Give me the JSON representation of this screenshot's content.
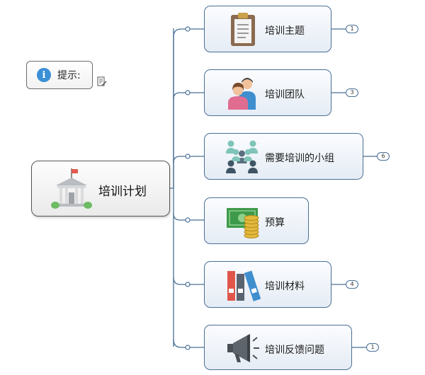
{
  "hint": {
    "label": "提示:",
    "info_glyph": "i",
    "icon": "info-circle-icon",
    "note_icon": "note-edit-icon"
  },
  "root": {
    "label": "培训计划",
    "icon": "building-flag-icon"
  },
  "topics": [
    {
      "label": "培训主题",
      "badge": "1",
      "icon": "clipboard-icon"
    },
    {
      "label": "培训团队",
      "badge": "3",
      "icon": "team-people-icon"
    },
    {
      "label": "需要培训的小组",
      "badge": "6",
      "icon": "group-people-icon"
    },
    {
      "label": "预算",
      "badge": "",
      "icon": "money-coins-icon"
    },
    {
      "label": "培训材料",
      "badge": "4",
      "icon": "binders-icon"
    },
    {
      "label": "培训反馈问题",
      "badge": "1",
      "icon": "megaphone-icon"
    }
  ],
  "colors": {
    "line": "#4a6f95",
    "topic_border": "#4a6f95",
    "info_blue": "#3b8fd6"
  }
}
